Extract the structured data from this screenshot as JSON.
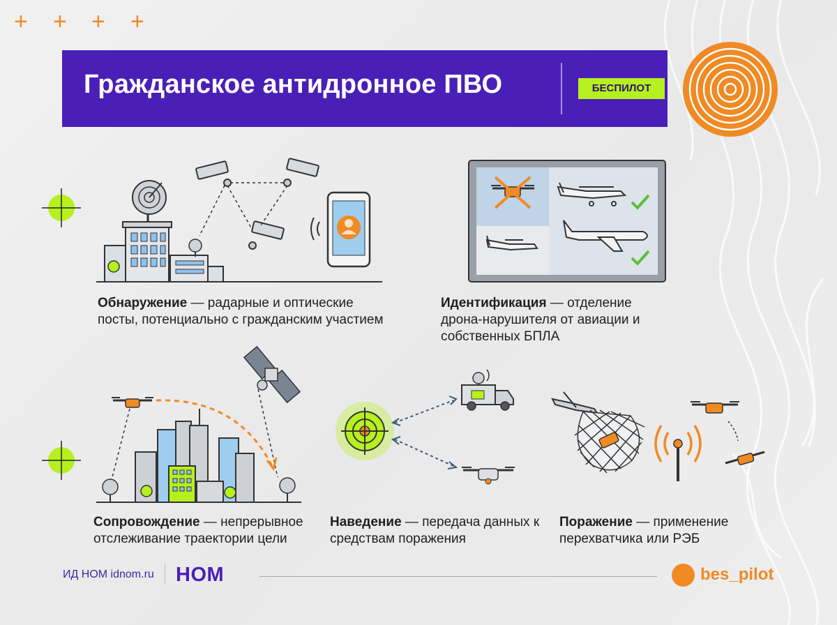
{
  "title": "Гражданское антидронное ПВО",
  "badge": "БЕСПИЛОТ",
  "steps": [
    {
      "name": "Обнаружение",
      "text": " — радарные и оптические посты, потенциально с гражданским участием"
    },
    {
      "name": "Идентификация",
      "text": " — отделение дрона-нарушителя от авиации и собственных БПЛА"
    },
    {
      "name": "Сопровождение",
      "text": " — непрерывное отслеживание траектории цели"
    },
    {
      "name": "Наведение",
      "text": " — передача данных к средствам поражения"
    },
    {
      "name": "Поражение",
      "text": " — применение перехватчика или РЭБ"
    }
  ],
  "footer": {
    "publisher": "ИД НОМ idnom.ru",
    "logo": "НОМ",
    "channel": "bes_pilot"
  },
  "colors": {
    "banner": "#4a1fb8",
    "accent": "#f08a24",
    "lime": "#b6f01e",
    "sky": "#9fcdf0"
  }
}
